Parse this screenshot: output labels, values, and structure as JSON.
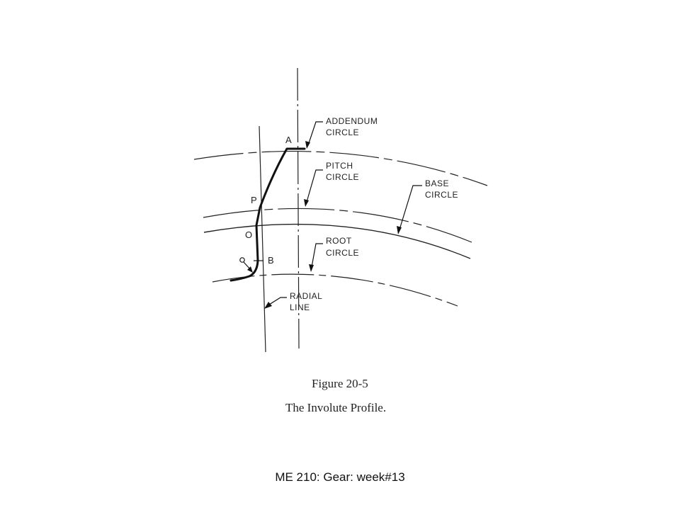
{
  "figure": {
    "labels": {
      "addendum_1": "ADDENDUM",
      "addendum_2": "CIRCLE",
      "pitch_1": "PITCH",
      "pitch_2": "CIRCLE",
      "base_1": "BASE",
      "base_2": "CIRCLE",
      "root_1": "ROOT",
      "root_2": "CIRCLE",
      "radial_1": "RADIAL",
      "radial_2": "LINE"
    },
    "points": {
      "a": "A",
      "p": "P",
      "o": "O",
      "b": "B"
    },
    "caption_number": "Figure 20-5",
    "caption_title": "The Involute Profile."
  },
  "footer": {
    "text": "ME 210: Gear: week#13"
  }
}
